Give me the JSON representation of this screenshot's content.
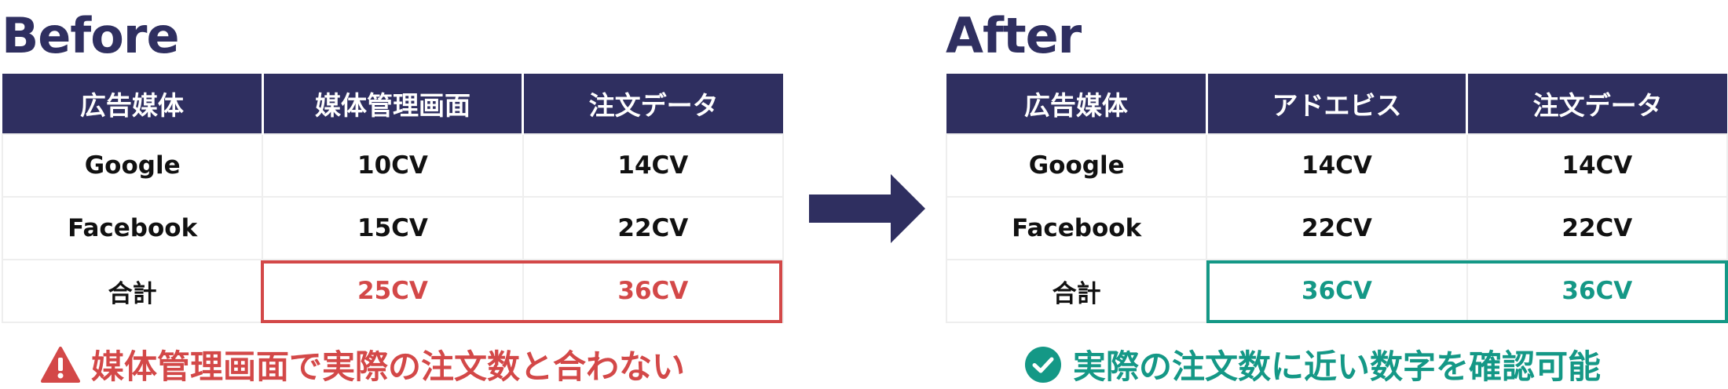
{
  "before": {
    "title": "Before",
    "headers": [
      "広告媒体",
      "媒体管理画面",
      "注文データ"
    ],
    "rows": [
      [
        "Google",
        "10CV",
        "14CV"
      ],
      [
        "Facebook",
        "15CV",
        "22CV"
      ]
    ],
    "total": [
      "合計",
      "25CV",
      "36CV"
    ],
    "note": "媒体管理画面で実際の注文数と合わない",
    "note_icon": "warning-icon",
    "accent_color": "#d34848"
  },
  "after": {
    "title": "After",
    "headers": [
      "広告媒体",
      "アドエビス",
      "注文データ"
    ],
    "rows": [
      [
        "Google",
        "14CV",
        "14CV"
      ],
      [
        "Facebook",
        "22CV",
        "22CV"
      ]
    ],
    "total": [
      "合計",
      "36CV",
      "36CV"
    ],
    "note": "実際の注文数に近い数字を確認可能",
    "note_icon": "check-circle-icon",
    "accent_color": "#149886"
  },
  "header_color": "#2f2f60",
  "arrow_icon": "arrow-right-icon"
}
